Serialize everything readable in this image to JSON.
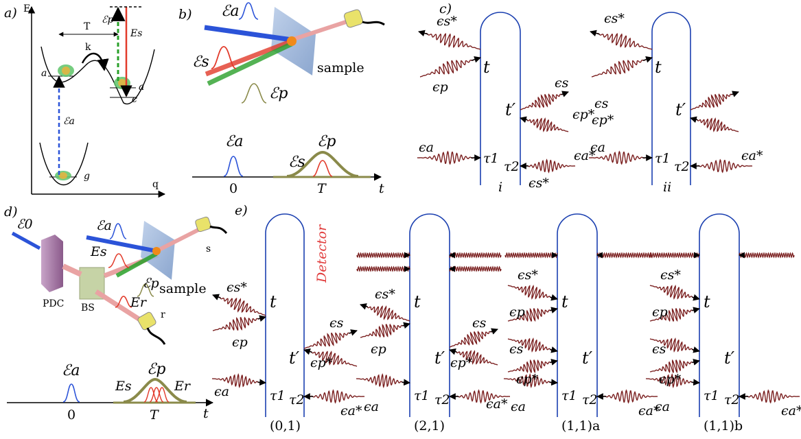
{
  "colors": {
    "pulse": "#7a1f1f",
    "loop": "#1a3fb0",
    "detector": "#e03a3a",
    "blue_beam": "#2b53d8",
    "red_beam": "#e23a2a",
    "green_beam": "#2aa02a",
    "olive": "#8a8a4a"
  },
  "panel_a": {
    "tag": "a)",
    "y_axis": "E",
    "x_axis": "q",
    "T": "T",
    "k": "k",
    "ep": "ℰp",
    "Es": "Es",
    "ea": "ℰa",
    "state_a": "a",
    "state_a2": "a",
    "state_c": "c",
    "state_g": "g"
  },
  "panel_b": {
    "tag": "b)",
    "ea": "ℰa",
    "es": "ℰs",
    "ep": "ℰp",
    "sample": "sample",
    "timeline_ea": "ℰa",
    "timeline_es": "ℰs",
    "timeline_ep": "ℰp",
    "tick0": "0",
    "tickT": "T",
    "t": "t"
  },
  "panel_c": {
    "tag": "c)",
    "i": "i",
    "ii": "ii",
    "es_star": "ϵs*",
    "ep": "ϵp",
    "es": "ϵs",
    "ep_star": "ϵp*",
    "ea": "ϵa",
    "ea_star": "ϵa*",
    "t": "t",
    "tp": "t′",
    "tau1": "τ1",
    "tau2": "τ2"
  },
  "panel_d": {
    "tag": "d)",
    "e0": "ℰ0",
    "ea": "ℰa",
    "Es": "Es",
    "ep": "ℰp",
    "Er": "Er",
    "pdc": "PDC",
    "bs": "BS",
    "s": "s",
    "r": "r",
    "sample": "sample",
    "timeline_ea": "ℰa",
    "timeline_Es": "Es",
    "timeline_ep": "ℰp",
    "timeline_Er": "Er",
    "tick0": "0",
    "tickT": "T",
    "t": "t"
  },
  "panel_e": {
    "tag": "e)",
    "detector": "Detector",
    "diagrams": [
      "(0,1)",
      "(2,1)",
      "(1,1)a",
      "(1,1)b"
    ],
    "es_star": "ϵs*",
    "ep": "ϵp",
    "es": "ϵs",
    "ep_star": "ϵp*",
    "ea": "ϵa",
    "ea_star": "ϵa*",
    "t": "t",
    "tp": "t′",
    "tau1": "τ1",
    "tau2": "τ2"
  }
}
